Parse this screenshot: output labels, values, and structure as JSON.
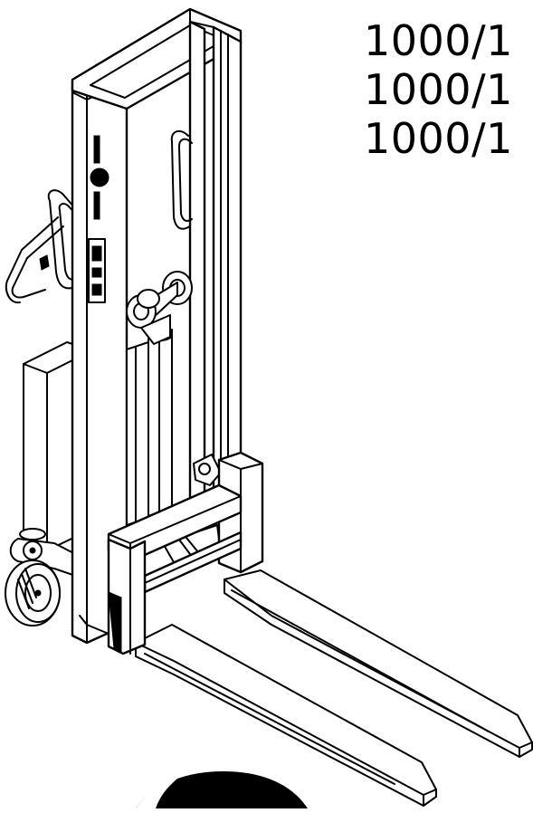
{
  "model_codes": [
    "1000/1",
    "1000/1",
    "1000/1"
  ],
  "colors": {
    "line": "#000000",
    "background": "#ffffff"
  }
}
